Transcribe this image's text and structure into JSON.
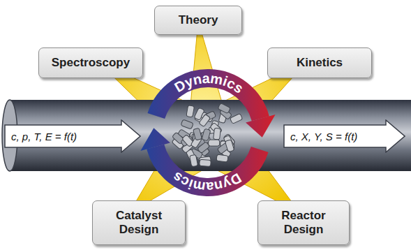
{
  "diagram": {
    "nodes": [
      {
        "text": [
          "Theory"
        ]
      },
      {
        "text": [
          "Spectroscopy"
        ]
      },
      {
        "text": [
          "Kinetics"
        ]
      },
      {
        "text": [
          "c, p, T, E = f(t)"
        ]
      },
      {
        "text": [
          "c, X, Y, S = f(t)"
        ]
      },
      {
        "text": [
          "Catalyst Design"
        ]
      },
      {
        "text": [
          "Reactor Design"
        ]
      }
    ],
    "labels": [
      "Dynamics",
      "Dynamics"
    ]
  }
}
